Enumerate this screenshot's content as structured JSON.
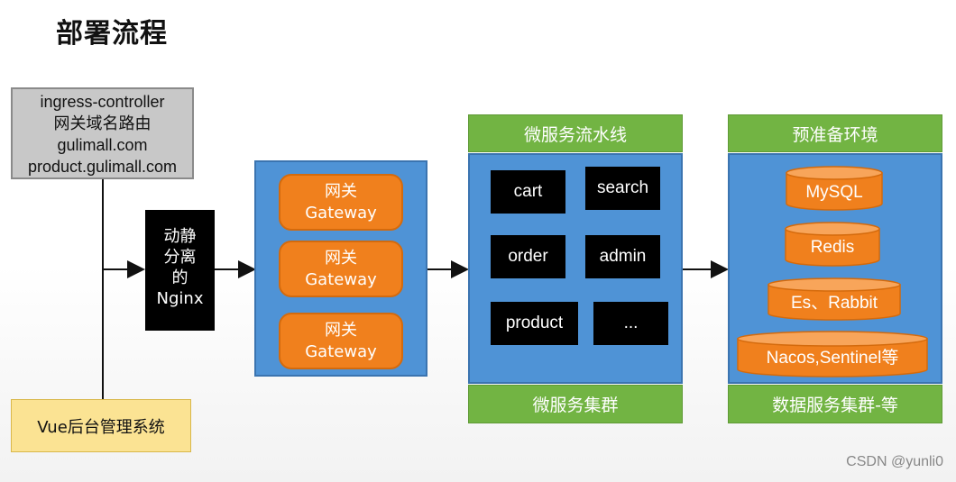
{
  "title": "部署流程",
  "ingress": {
    "lines": [
      "ingress-controller",
      "网关域名路由",
      "gulimall.com",
      "product.gulimall.com"
    ]
  },
  "vue_admin": "Vue后台管理系统",
  "nginx": {
    "lines": [
      "动静",
      "分离",
      "的",
      "Nginx"
    ]
  },
  "gateways": [
    {
      "line1": "网关",
      "line2": "Gateway"
    },
    {
      "line1": "网关",
      "line2": "Gateway"
    },
    {
      "line1": "网关",
      "line2": "Gateway"
    }
  ],
  "microservices": {
    "header": "微服务流水线",
    "footer": "微服务集群",
    "items": [
      "cart",
      "search",
      "order",
      "admin",
      "product",
      "..."
    ]
  },
  "environment": {
    "header": "预准备环境",
    "footer": "数据服务集群-等",
    "items": [
      "MySQL",
      "Redis",
      "Es、Rabbit",
      "Nacos,Sentinel等"
    ]
  },
  "watermark": "CSDN @yunli0",
  "colors": {
    "gateway_orange": "#f0801d",
    "panel_blue": "#4f93d6",
    "header_green": "#72b443",
    "ingress_gray": "#c8c8c8",
    "vue_yellow": "#fbe393"
  }
}
